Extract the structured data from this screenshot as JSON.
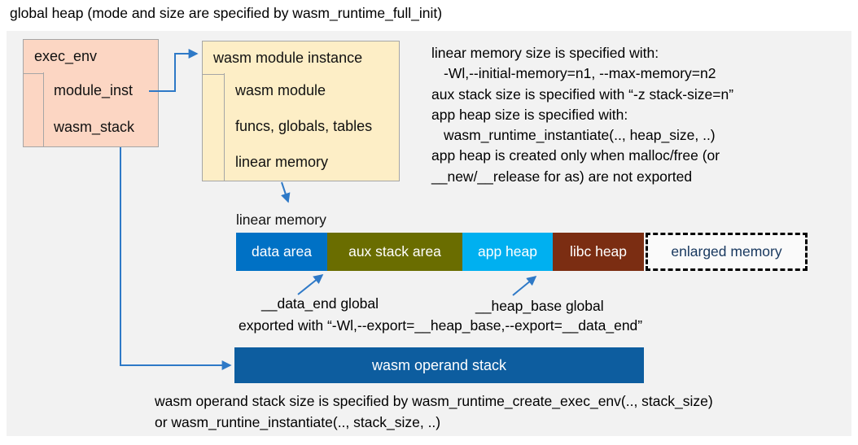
{
  "title": "global heap (mode and size are specified by wasm_runtime_full_init)",
  "exec_env": {
    "label": "exec_env",
    "fields": {
      "module_inst": "module_inst",
      "wasm_stack": "wasm_stack"
    }
  },
  "module_instance": {
    "label": "wasm module instance",
    "fields": {
      "wasm_module": "wasm module",
      "funcs_globals_tables": "funcs, globals, tables",
      "linear_memory": "linear memory"
    }
  },
  "notes_right": {
    "line1": "linear memory size is specified with:",
    "line2": "-Wl,--initial-memory=n1, --max-memory=n2",
    "line3": "aux stack size is specified with “-z stack-size=n”",
    "line4": "app heap size is specified with:",
    "line5": "wasm_runtime_instantiate(.., heap_size, ..)",
    "line6": "app heap is created only when malloc/free (or",
    "line7": "__new/__release for as) are not exported"
  },
  "linear_memory": {
    "label": "linear memory",
    "segments": [
      {
        "name": "data-area",
        "label": "data area",
        "color": "#0071c5",
        "text_color": "#ffffff",
        "width": 112,
        "dashed": false
      },
      {
        "name": "aux-stack-area",
        "label": "aux stack area",
        "color": "#6a6d00",
        "text_color": "#ffffff",
        "width": 166,
        "dashed": false
      },
      {
        "name": "app-heap",
        "label": "app heap",
        "color": "#00b0f0",
        "text_color": "#ffffff",
        "width": 111,
        "dashed": false
      },
      {
        "name": "libc-heap",
        "label": "libc heap",
        "color": "#7b2d12",
        "text_color": "#ffffff",
        "width": 112,
        "dashed": false
      },
      {
        "name": "enlarged-memory",
        "label": "enlarged memory",
        "color": "#fafafa",
        "text_color": "#17375e",
        "width": 199,
        "dashed": true
      }
    ]
  },
  "annotations": {
    "data_end": "__data_end global",
    "heap_base": "__heap_base global",
    "exported": "exported with “-Wl,--export=__heap_base,--export=__data_end”"
  },
  "operand_stack": {
    "label": "wasm operand stack",
    "color": "#0d5d9f"
  },
  "footer": {
    "line1": "wasm operand stack size is specified by wasm_runtime_create_exec_env(.., stack_size)",
    "line2": "or wasm_runtine_instantiate(.., stack_size, ..)"
  },
  "colors": {
    "panel_bg": "#f2f2f2",
    "exec_env_fill": "#fcd6c3",
    "module_instance_fill": "#fdeec6",
    "box_border": "#a6a6a6",
    "connector_blue": "#2e79c7"
  }
}
